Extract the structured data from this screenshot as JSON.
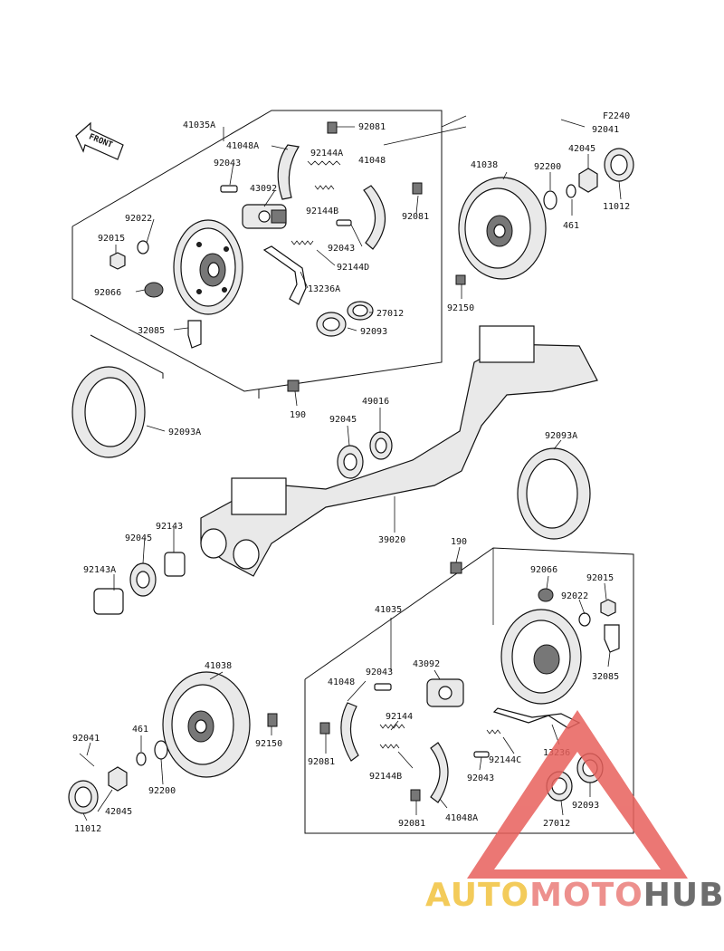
{
  "diagram": {
    "code": "F2240",
    "front_label": "FRONT",
    "labels": {
      "l41035A": "41035A",
      "l92081a": "92081",
      "l41048A_top": "41048A",
      "l92144A": "92144A",
      "l41048_top": "41048",
      "l92043a": "92043",
      "l43092a": "43092",
      "l92144B_top": "92144B",
      "l92081b": "92081",
      "l92022a": "92022",
      "l92015a": "92015",
      "l92043b": "92043",
      "l92144D": "92144D",
      "l92066a": "92066",
      "l13236A": "13236A",
      "l27012a": "27012",
      "l32085a": "32085",
      "l92093a": "92093",
      "l92041a": "92041",
      "l42045a": "42045",
      "l41038a": "41038",
      "l92200a": "92200",
      "l461a": "461",
      "l11012a": "11012",
      "l92150a": "92150",
      "l190a": "190",
      "l49016": "49016",
      "l92045a": "92045",
      "l92093A_left": "92093A",
      "l92093A_right": "92093A",
      "l92143": "92143",
      "l92045b": "92045",
      "l92143A": "92143A",
      "l39020": "39020",
      "l190b": "190",
      "l92066b": "92066",
      "l92015b": "92015",
      "l92022b": "92022",
      "l41035": "41035",
      "l43092b": "43092",
      "l92043c": "92043",
      "l41048": "41048",
      "l32085b": "32085",
      "l41038b": "41038",
      "l92144": "92144",
      "l92150b": "92150",
      "l92041b": "92041",
      "l461b": "461",
      "l92081c": "92081",
      "l92144C": "92144C",
      "l13236": "13236",
      "l92200b": "92200",
      "l92144B_bot": "92144B",
      "l92043d": "92043",
      "l92093b": "92093",
      "l42045b": "42045",
      "l27012b": "27012",
      "l11012b": "11012",
      "l92081d": "92081",
      "l41048A_bot": "41048A"
    }
  },
  "watermark": {
    "part1": "AUTO",
    "part2": "MOTO",
    "part3": "HUB",
    "color1": "#f2c23e",
    "color2": "#ea7d7a",
    "color3": "#555555",
    "triangle_color": "#e8605c"
  }
}
